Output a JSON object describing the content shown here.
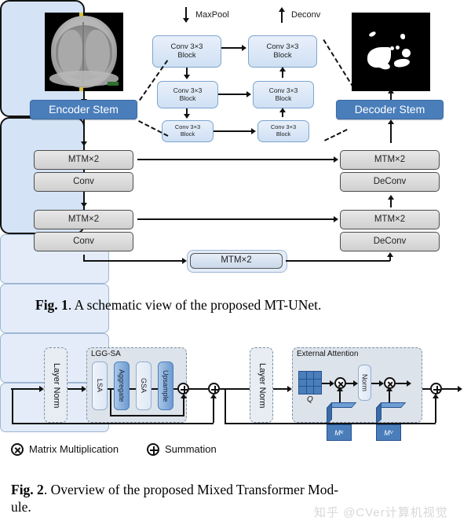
{
  "figure1": {
    "title_caption_prefix": "Fig. 1",
    "title_caption": ". A schematic view of the proposed MT-UNet.",
    "input_image_label": "ct-scan-input",
    "output_image_label": "segmentation-mask-output",
    "encoder_stem": "Encoder Stem",
    "decoder_stem": "Decoder Stem",
    "maxpool_label": "MaxPool",
    "deconv_label": "Deconv",
    "conv_block_label_line1": "Conv 3×3",
    "conv_block_label_line2": "Block",
    "encoder_blocks": [
      {
        "mtm": "MTM×2",
        "op": "Conv"
      },
      {
        "mtm": "MTM×2",
        "op": "Conv"
      }
    ],
    "decoder_blocks": [
      {
        "mtm": "MTM×2",
        "op": "DeConv"
      },
      {
        "mtm": "MTM×2",
        "op": "DeConv"
      }
    ],
    "bottleneck": "MTM×2",
    "colors": {
      "stem_blue": "#4a7ebb",
      "panel_blue": "#d4e3f6",
      "gray_box": "#d8d8d8",
      "line_black": "#111111"
    }
  },
  "figure2": {
    "title_caption_prefix": "Fig. 2",
    "title_caption": ". Overview of the proposed Mixed Transformer Mod-",
    "title_caption_line2": "ule.",
    "layer_norm_1": "Layer Norm",
    "layer_norm_2": "Layer Norm",
    "lgg_sa_title": "LGG-SA",
    "lgg_sa_blocks": [
      "LSA",
      "Aggregate",
      "GSA",
      "Upsample"
    ],
    "external_attention_title": "External Attention",
    "q_label": "Q",
    "norm_label": "Norm",
    "mk_label": "M",
    "mk_sub": "K",
    "mv_label": "M",
    "mv_sub": "V",
    "legend": [
      {
        "icon": "circle-times-icon",
        "label": "Matrix Multiplication"
      },
      {
        "icon": "circle-plus-icon",
        "label": "Summation"
      }
    ]
  },
  "watermark": {
    "text": "知乎 @CVer计算机视觉"
  }
}
